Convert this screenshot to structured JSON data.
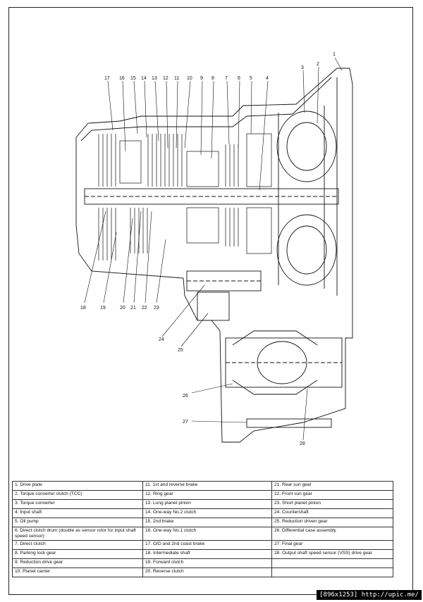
{
  "callouts": {
    "n1": "1",
    "n2": "2",
    "n3": "3",
    "n4": "4",
    "n5": "5",
    "n6": "6",
    "n7": "7",
    "n8": "8",
    "n9": "9",
    "n10": "10",
    "n11": "11",
    "n12": "12",
    "n13": "13",
    "n14": "14",
    "n15": "15",
    "n16": "16",
    "n17": "17",
    "n18": "18",
    "n19": "19",
    "n20": "20",
    "n21": "21",
    "n22": "22",
    "n23": "23",
    "n24": "24",
    "n25": "25",
    "n26": "26",
    "n27": "27",
    "n28": "28"
  },
  "legend": [
    [
      "1.  Drive plate",
      "11.  1st and reverse brake",
      "21.  Rear sun gear"
    ],
    [
      "2.  Torque converter clutch (TCC)",
      "12.  Ring gear",
      "22.  Front sun gear"
    ],
    [
      "3.  Torque converter",
      "13.  Long planet pinion",
      "23.  Short planet pinion"
    ],
    [
      "4.  Input shaft",
      "14.  One-way No.2 clutch",
      "24.  Countershaft"
    ],
    [
      "5.  Oil pump",
      "15.  2nd brake",
      "25.  Reduction driven gear"
    ],
    [
      "6.  Direct clutch drum (double as sensor rotor for input shaft speed sensor)",
      "16.  One-way No.1 clutch",
      "26.  Differential case assembly"
    ],
    [
      "7.  Direct clutch",
      "17.  O/D and 2nd coast brake",
      "27.  Final gear"
    ],
    [
      "8.  Parking lock gear",
      "18.  Intermediate shaft",
      "28.  Output shaft speed sensor (VSS) drive gear"
    ],
    [
      "9.  Reduction drive gear",
      "19.  Forward clutch",
      ""
    ],
    [
      "10.  Planet carrier",
      "20.  Reverse clutch",
      ""
    ]
  ],
  "stamp": "[896x1253] http://upic.me/"
}
